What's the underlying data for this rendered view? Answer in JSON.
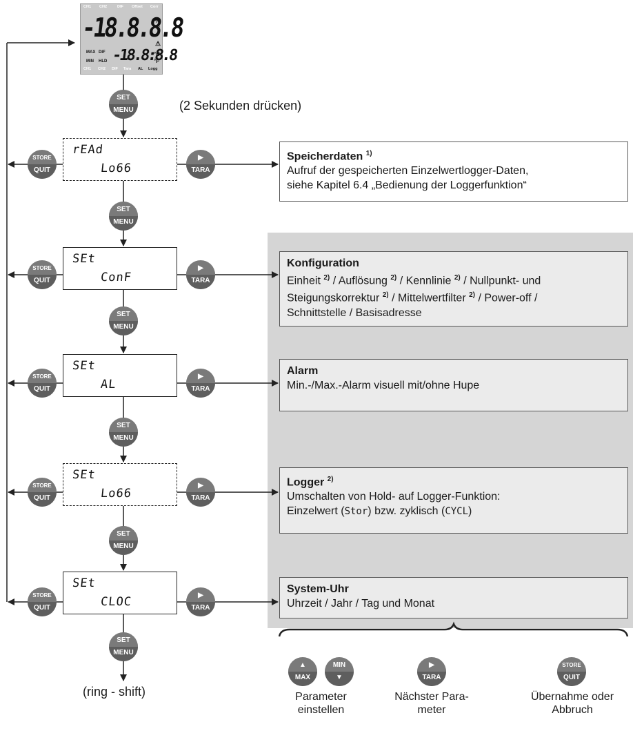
{
  "lcd": {
    "top_labels": [
      "CH1",
      "CH2",
      "DIF",
      "Offset",
      "Corr"
    ],
    "bottom_labels": [
      "CH1",
      "CH2",
      "DIF",
      "Tara",
      "AL",
      "Logg"
    ],
    "main_digits": "-18.8.8.8",
    "secondary_digits": "-18.8:8.8",
    "units_top": "%",
    "units_top2": "°C",
    "units_bot": "°C",
    "units_bot2": "°F",
    "indicators": [
      "MAX",
      "DIF",
      "MIN",
      "HLD"
    ]
  },
  "press_note": "(2 Sekunden drücken)",
  "buttons": {
    "set_top": "SET",
    "set_bottom": "MENU",
    "store_top": "STORE",
    "store_bottom": "QUIT",
    "tara_top": "▶",
    "tara_bottom": "TARA",
    "max_top": "▲",
    "max_bottom": "MAX",
    "min_top": "MIN",
    "min_bottom": "▼"
  },
  "menus": [
    {
      "line1": "rEAd",
      "line2": "Lo66",
      "style": "dashed"
    },
    {
      "line1": "SEt",
      "line2": "ConF",
      "style": "solid"
    },
    {
      "line1": "SEt",
      "line2": "AL",
      "style": "solid"
    },
    {
      "line1": "SEt",
      "line2": "Lo66",
      "style": "dashed"
    },
    {
      "line1": "SEt",
      "line2": "CLOC",
      "style": "solid"
    }
  ],
  "info": {
    "speicher": {
      "title": "Speicherdaten",
      "note": "1)",
      "line1": "Aufruf der gespeicherten Einzelwertlogger-Daten,",
      "line2": "siehe Kapitel 6.4 „Bedienung der Loggerfunktion“"
    },
    "konfig": {
      "title": "Konfiguration",
      "l1a": "Einheit ",
      "n1": "2)",
      "l1b": " / Auflösung ",
      "n2": "2)",
      "l1c": " / Kennlinie ",
      "n3": "2)",
      "l1d": " / Nullpunkt- und",
      "l2a": "Steigungskorrektur ",
      "n4": "2)",
      "l2b": " / Mittelwertfilter ",
      "n5": "2)",
      "l2c": " / Power-off /",
      "l3": "Schnittstelle / Basisadresse"
    },
    "alarm": {
      "title": "Alarm",
      "line1": "Min.-/Max.-Alarm visuell mit/ohne Hupe"
    },
    "logger": {
      "title": "Logger",
      "note": "2)",
      "line1": "Umschalten von Hold- auf Logger-Funktion:",
      "l2a": "Einzelwert (",
      "seg1": "Stor",
      "l2b": ") bzw. zyklisch (",
      "seg2": "CYCL",
      "l2c": ")"
    },
    "uhr": {
      "title": "System-Uhr",
      "line1": "Uhrzeit / Jahr / Tag und Monat"
    }
  },
  "ring_shift": "(ring - shift)",
  "legend": {
    "param_l1": "Parameter",
    "param_l2": "einstellen",
    "next_l1": "Nächster Para-",
    "next_l2": "meter",
    "take_l1": "Übernahme oder",
    "take_l2": "Abbruch"
  },
  "colors": {
    "button_gray": "#7a7a7a",
    "panel_gray": "#d5d5d5",
    "box_gray": "#ebebeb"
  }
}
